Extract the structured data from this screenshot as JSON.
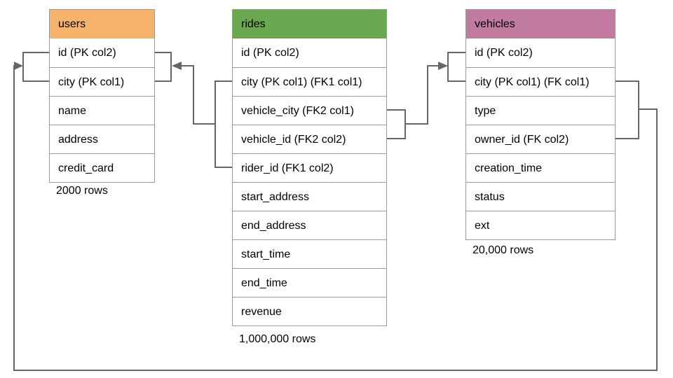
{
  "diagram": {
    "tables": [
      {
        "name": "users",
        "header_color": "#F6B26B",
        "columns": [
          "id (PK col2)",
          "city (PK col1)",
          "name",
          "address",
          "credit_card"
        ],
        "row_count": "2000 rows"
      },
      {
        "name": "rides",
        "header_color": "#6AA84F",
        "columns": [
          "id (PK col2)",
          "city (PK col1) (FK1 col1)",
          "vehicle_city (FK2 col1)",
          "vehicle_id (FK2 col2)",
          "rider_id (FK1 col2)",
          "start_address",
          "end_address",
          "start_time",
          "end_time",
          "revenue"
        ],
        "row_count": "1,000,000 rows"
      },
      {
        "name": "vehicles",
        "header_color": "#C27BA0",
        "columns": [
          "id (PK col2)",
          "city (PK col1) (FK col1)",
          "type",
          "owner_id (FK col2)",
          "creation_time",
          "status",
          "ext"
        ],
        "row_count": "20,000 rows"
      }
    ],
    "relationships": [
      {
        "from": "rides (city, rider_id)",
        "to": "users (id, city)"
      },
      {
        "from": "rides (vehicle_city, vehicle_id)",
        "to": "vehicles (id, city)"
      },
      {
        "from": "vehicles (city, owner_id)",
        "to": "users (id, city)"
      }
    ],
    "colors": {
      "connector": "#666666",
      "table_border": "#9A9A9A",
      "text": "#000000",
      "background": "#FFFFFF"
    }
  }
}
